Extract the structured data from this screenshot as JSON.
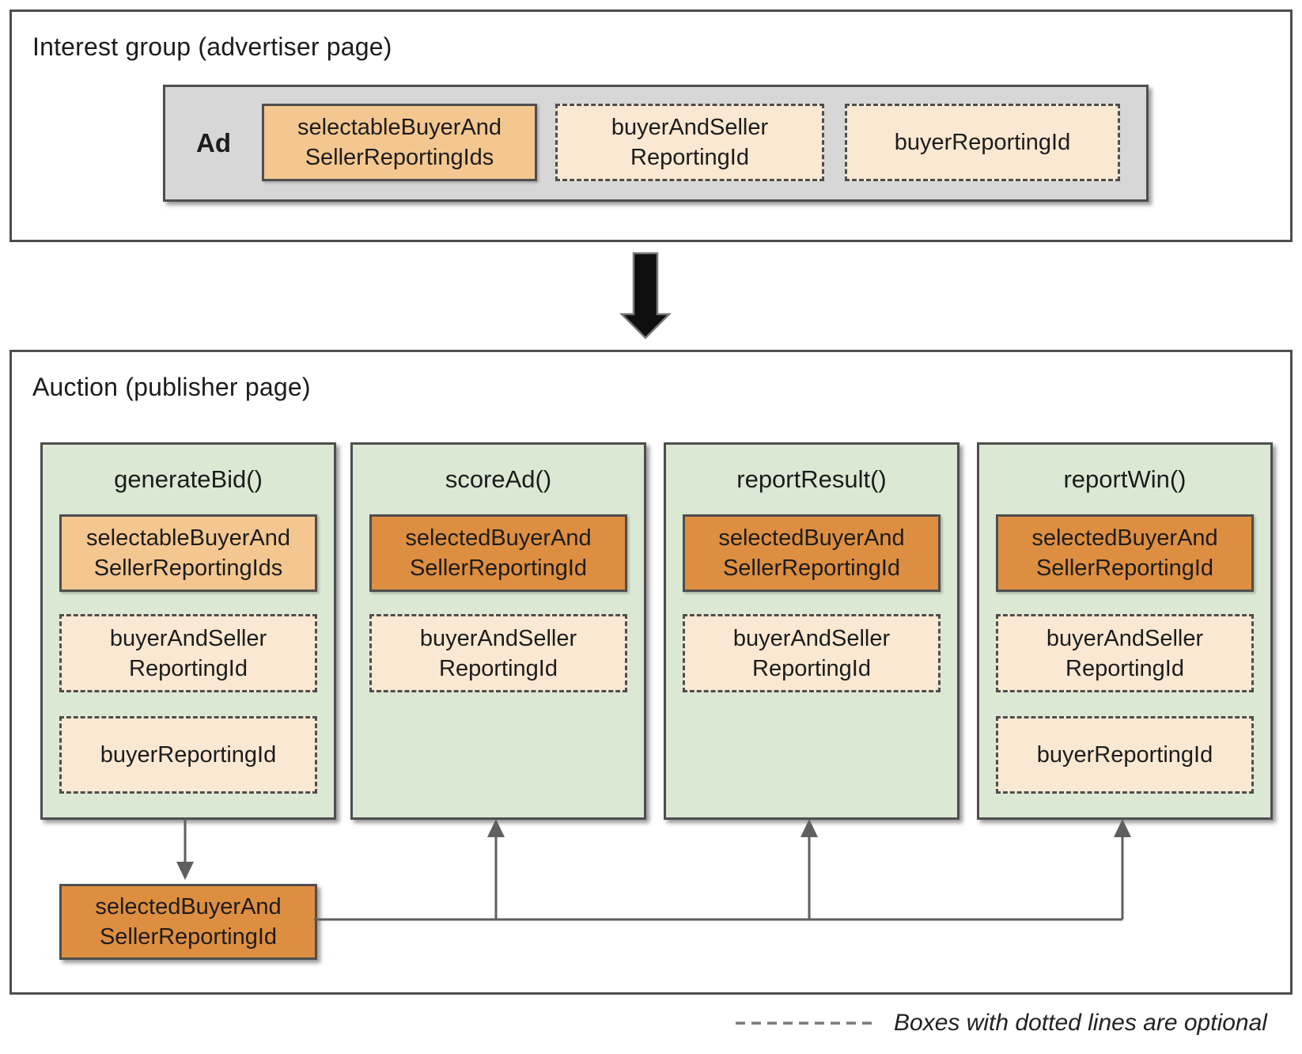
{
  "interest_group": {
    "title": "Interest group (advertiser page)",
    "ad_label": "Ad",
    "boxes": [
      {
        "label": "selectableBuyerAndSellerReportingIds",
        "line1": "selectableBuyerAnd",
        "line2": "SellerReportingIds",
        "optional": false
      },
      {
        "label": "buyerAndSellerReportingId",
        "line1": "buyerAndSeller",
        "line2": "ReportingId",
        "optional": true
      },
      {
        "label": "buyerReportingId",
        "line1": "buyerReportingId",
        "optional": true
      }
    ]
  },
  "auction": {
    "title": "Auction (publisher page)",
    "functions": [
      {
        "name": "generateBid()",
        "boxes": [
          {
            "label": "selectableBuyerAndSellerReportingIds",
            "line1": "selectableBuyerAnd",
            "line2": "SellerReportingIds",
            "optional": false
          },
          {
            "label": "buyerAndSellerReportingId",
            "line1": "buyerAndSeller",
            "line2": "ReportingId",
            "optional": true
          },
          {
            "label": "buyerReportingId",
            "line1": "buyerReportingId",
            "optional": true
          }
        ]
      },
      {
        "name": "scoreAd()",
        "boxes": [
          {
            "label": "selectedBuyerAndSellerReportingId",
            "line1": "selectedBuyerAnd",
            "line2": "SellerReportingId",
            "optional": false
          },
          {
            "label": "buyerAndSellerReportingId",
            "line1": "buyerAndSeller",
            "line2": "ReportingId",
            "optional": true
          }
        ]
      },
      {
        "name": "reportResult()",
        "boxes": [
          {
            "label": "selectedBuyerAndSellerReportingId",
            "line1": "selectedBuyerAnd",
            "line2": "SellerReportingId",
            "optional": false
          },
          {
            "label": "buyerAndSellerReportingId",
            "line1": "buyerAndSeller",
            "line2": "ReportingId",
            "optional": true
          }
        ]
      },
      {
        "name": "reportWin()",
        "boxes": [
          {
            "label": "selectedBuyerAndSellerReportingId",
            "line1": "selectedBuyerAnd",
            "line2": "SellerReportingId",
            "optional": false
          },
          {
            "label": "buyerAndSellerReportingId",
            "line1": "buyerAndSeller",
            "line2": "ReportingId",
            "optional": true
          },
          {
            "label": "buyerReportingId",
            "line1": "buyerReportingId",
            "optional": true
          }
        ]
      }
    ],
    "output_box": {
      "label": "selectedBuyerAndSellerReportingId",
      "line1": "selectedBuyerAnd",
      "line2": "SellerReportingId"
    }
  },
  "legend": {
    "text": "Boxes with dotted lines are optional"
  },
  "colors": {
    "panel_green": "#dbe8d4",
    "ad_gray": "#d7d7d7",
    "selectable_orange_light": "#f4c790",
    "selected_orange_dark": "#de8e40",
    "optional_cream": "#fae8d2",
    "border_dark": "#4e4e4e",
    "connector_gray": "#5f5f5f",
    "flow_arrow_black": "#0f0f0f"
  }
}
